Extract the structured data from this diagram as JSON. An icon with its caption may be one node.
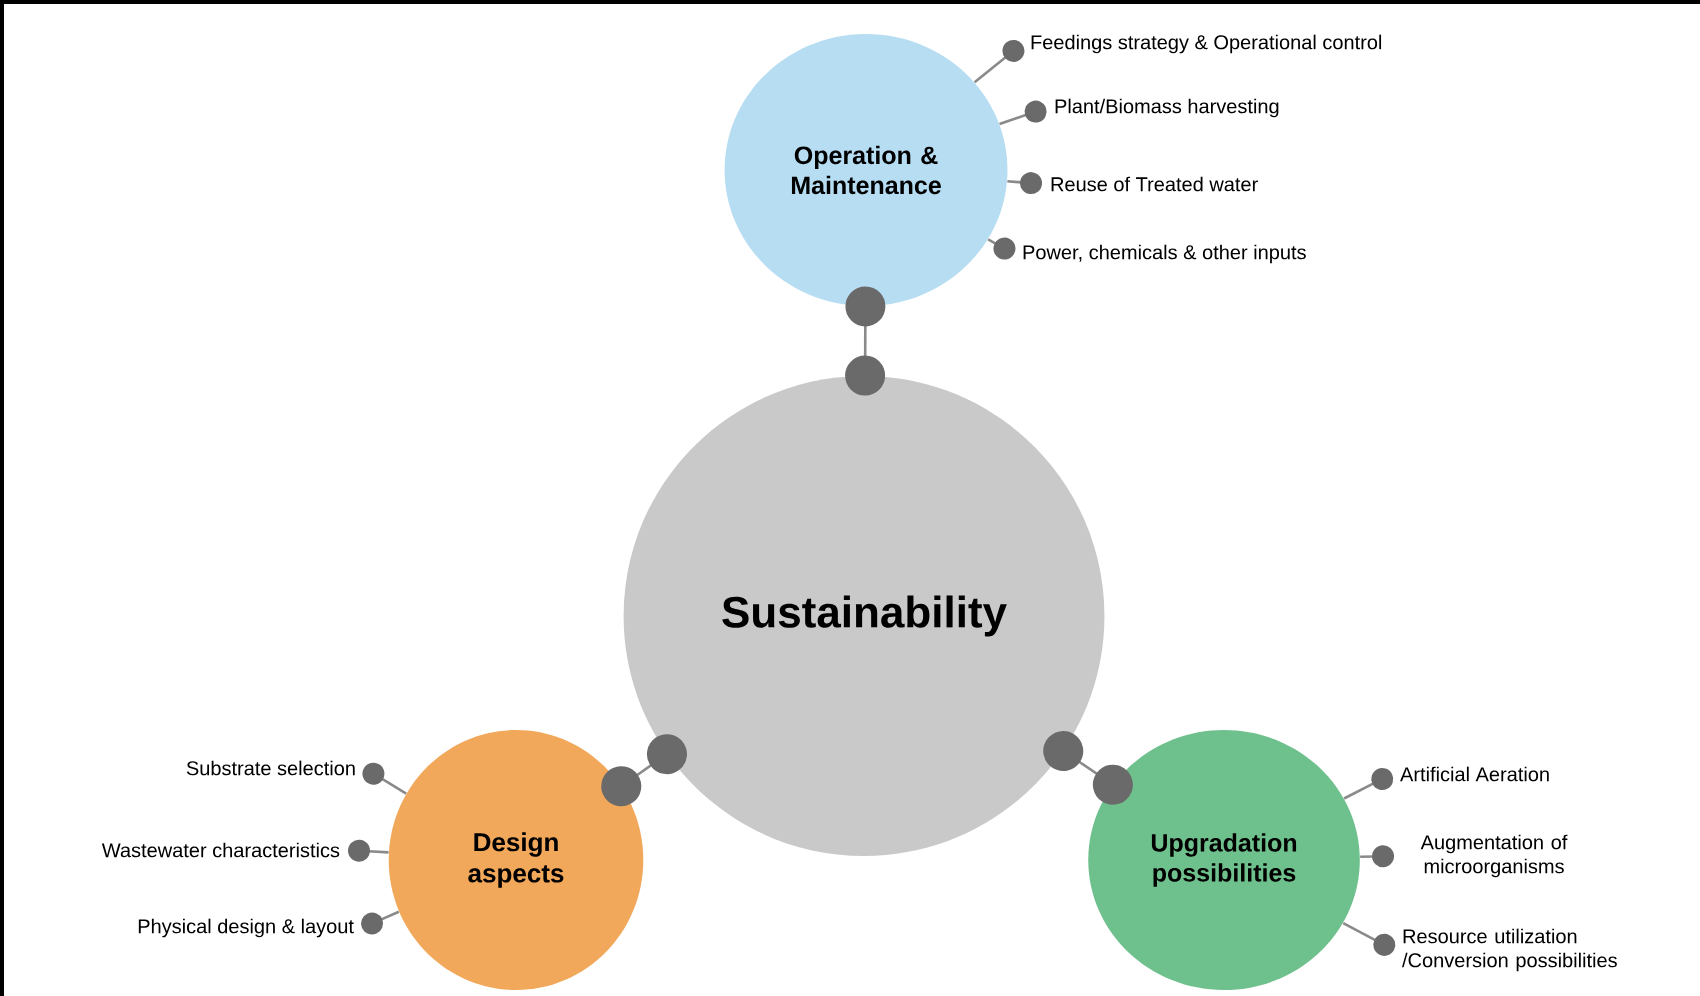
{
  "diagram": {
    "nodes": [
      {
        "text": [
          "Sustainability"
        ]
      },
      {
        "text": [
          "Operation & Maintenance"
        ]
      },
      {
        "text": [
          "Design aspects"
        ]
      },
      {
        "text": [
          "Upgradation possibilities"
        ]
      },
      {
        "text": [
          "Feedings strategy & Operational control"
        ]
      },
      {
        "text": [
          "Plant/Biomass harvesting"
        ]
      },
      {
        "text": [
          "Reuse of Treated water"
        ]
      },
      {
        "text": [
          "Power, chemicals & other inputs"
        ]
      },
      {
        "text": [
          "Substrate selection"
        ]
      },
      {
        "text": [
          "Wastewater characteristics"
        ]
      },
      {
        "text": [
          "Physical design & layout"
        ]
      },
      {
        "text": [
          "Artificial Aeration"
        ]
      },
      {
        "text": [
          "Augmentation of microorganisms"
        ]
      },
      {
        "text": [
          "Resource utilization /Conversion possibilities"
        ]
      }
    ],
    "edges": [
      {
        "from": 0,
        "to": 1,
        "arrow": "other"
      },
      {
        "from": 0,
        "to": 2,
        "arrow": "other"
      },
      {
        "from": 0,
        "to": 3,
        "arrow": "other"
      },
      {
        "from": 1,
        "to": 4,
        "arrow": "other"
      },
      {
        "from": 1,
        "to": 5,
        "arrow": "other"
      },
      {
        "from": 1,
        "to": 6,
        "arrow": "other"
      },
      {
        "from": 1,
        "to": 7,
        "arrow": "other"
      },
      {
        "from": 2,
        "to": 8,
        "arrow": "other"
      },
      {
        "from": 2,
        "to": 9,
        "arrow": "other"
      },
      {
        "from": 2,
        "to": 10,
        "arrow": "other"
      },
      {
        "from": 3,
        "to": 11,
        "arrow": "other"
      },
      {
        "from": 3,
        "to": 12,
        "arrow": "other"
      },
      {
        "from": 3,
        "to": 13,
        "arrow": "other"
      }
    ]
  }
}
